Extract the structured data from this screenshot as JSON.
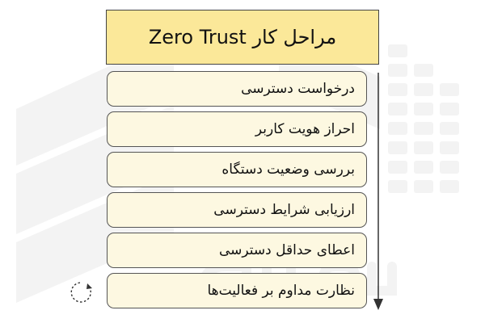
{
  "title": "مراحل کار Zero Trust",
  "steps": [
    {
      "label": "درخواست دسترسی"
    },
    {
      "label": "احراز هویت کاربر"
    },
    {
      "label": "بررسی وضعیت دستگاه"
    },
    {
      "label": "ارزیابی شرایط دسترسی"
    },
    {
      "label": "اعطای حداقل دسترسی"
    },
    {
      "label": "نظارت مداوم بر فعالیت‌ها"
    }
  ],
  "icons": {
    "flow": "down-arrow-icon",
    "cycle": "cycle-icon",
    "watermark": "watermark-logo"
  },
  "colors": {
    "title_fill": "#fbe899",
    "step_fill": "#fdf8e1",
    "border": "#555555",
    "watermark": "#f1f1f1"
  }
}
